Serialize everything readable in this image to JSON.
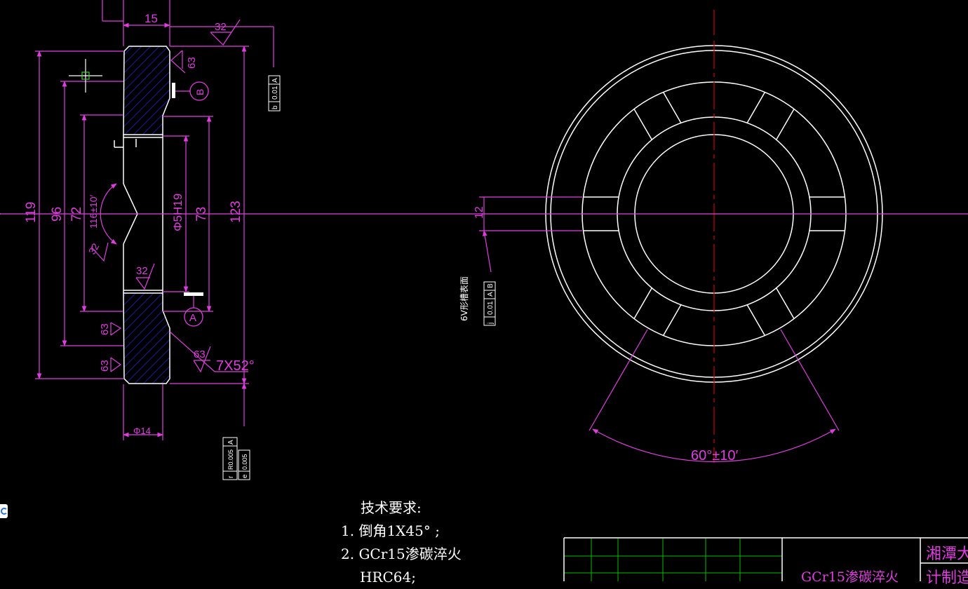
{
  "drawing": {
    "left_view": {
      "dim_top_width": "15",
      "dim_bottom_width": "Φ14",
      "dim_119": "119",
      "dim_96": "96",
      "dim_72": "72",
      "dim_116": "116±10′",
      "dim_bore": "Φ5H19",
      "dim_73": "73",
      "dim_123": "123",
      "rough_32_top": "32",
      "rough_63_right": "63",
      "rough_32_left": "32",
      "rough_32_mid": "32",
      "rough_63_left_a": "63",
      "rough_63_left_b": "63",
      "rough_63_bottom": "63",
      "chamfer_label": "7X52°",
      "datum_a": "A",
      "datum_b": "B",
      "fcf_top_symbol": "b",
      "fcf_top_value": "0.01",
      "fcf_top_datum": "A",
      "fcf_bottom_r_symbol": "r",
      "fcf_bottom_r_value": "R0.005",
      "fcf_bottom_r_datum": "A",
      "fcf_bottom_e_symbol": "e",
      "fcf_bottom_e_value": "0.005"
    },
    "right_view": {
      "dim_12": "12",
      "angle_label": "60°±10′",
      "note_vertical": "6V形槽表面",
      "fcf_symbol": "j",
      "fcf_value": "0.01",
      "fcf_datum_a": "A",
      "fcf_datum_b": "B"
    }
  },
  "tech_requirements": {
    "title": "技术要求:",
    "item1": "1. 倒角1X45° ;",
    "item2": "2. GCr15渗碳淬火",
    "item3": "HRC64;"
  },
  "title_block": {
    "material": "GCr15渗碳淬火",
    "org_line1": "湘潭大",
    "org_line2": "计制造"
  },
  "colors": {
    "background": "#000000",
    "dimension": "#e13ce1",
    "outline": "#ffffff",
    "centerline": "#d00000",
    "hatch": "#2020d0",
    "grid": "#00c000"
  }
}
